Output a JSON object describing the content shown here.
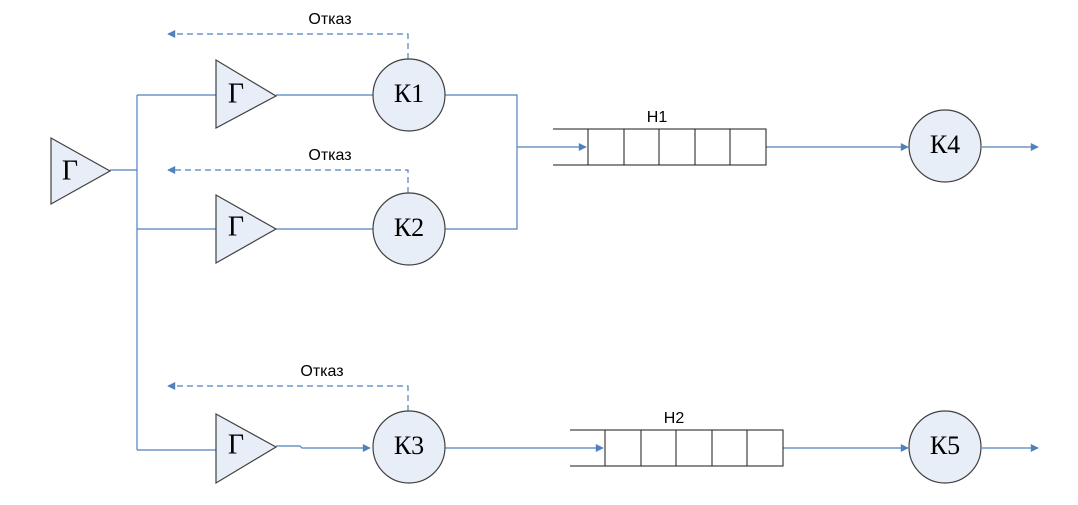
{
  "diagram": {
    "generators": {
      "main": "Г",
      "g1": "Г",
      "g2": "Г",
      "g3": "Г"
    },
    "channels": {
      "k1": "К1",
      "k2": "К2",
      "k3": "К3",
      "k4": "К4",
      "k5": "К5"
    },
    "queues": {
      "h1": "Н1",
      "h2": "Н2"
    },
    "refusals": {
      "r1": "Отказ",
      "r2": "Отказ",
      "r3": "Отказ"
    }
  },
  "colors": {
    "line": "#4f81bd",
    "node_fill": "#e8eef7",
    "stroke": "#404040"
  }
}
